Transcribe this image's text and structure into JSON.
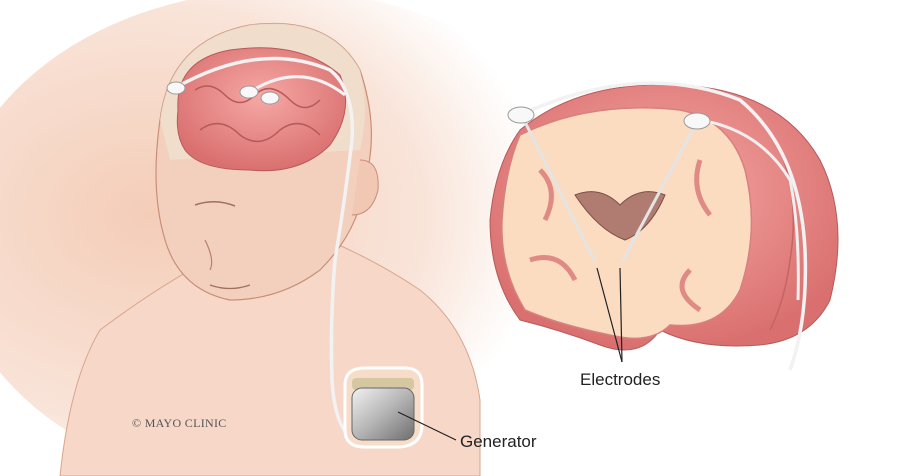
{
  "labels": {
    "electrodes": "Electrodes",
    "generator": "Generator"
  },
  "copyright": "© MAYO CLINIC",
  "colors": {
    "skin": "#f6d9cc",
    "brain": "#f09a9a",
    "white_matter": "#fbdcc0",
    "lead_wire": "#e8e8e8",
    "generator": "#9a9a9a"
  }
}
